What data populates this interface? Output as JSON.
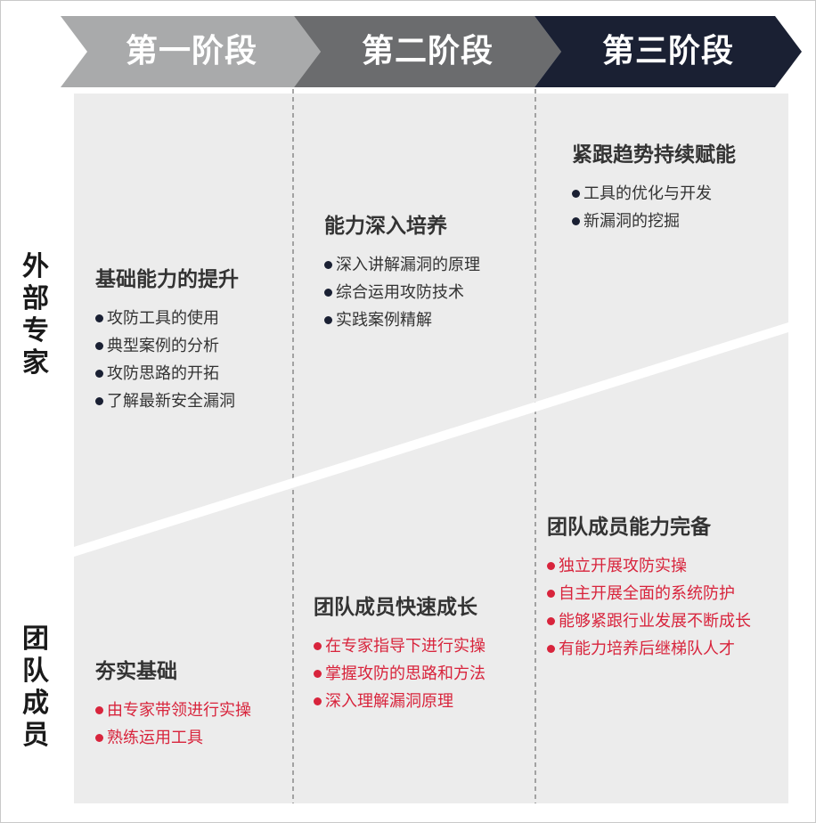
{
  "stages": [
    {
      "label": "第一阶段",
      "color": "#a9aaab"
    },
    {
      "label": "第二阶段",
      "color": "#6b6c6e"
    },
    {
      "label": "第三阶段",
      "color": "#1a2033"
    }
  ],
  "rows": {
    "expert": "外部专家",
    "team": "团队成员"
  },
  "expert_blocks": [
    {
      "title": "基础能力的提升",
      "items": [
        "攻防工具的使用",
        "典型案例的分析",
        "攻防思路的开拓",
        "了解最新安全漏洞"
      ]
    },
    {
      "title": "能力深入培养",
      "items": [
        "深入讲解漏洞的原理",
        "综合运用攻防技术",
        "实践案例精解"
      ]
    },
    {
      "title": "紧跟趋势持续赋能",
      "items": [
        "工具的优化与开发",
        "新漏洞的挖掘"
      ]
    }
  ],
  "team_blocks": [
    {
      "title": "夯实基础",
      "items": [
        "由专家带领进行实操",
        "熟练运用工具"
      ]
    },
    {
      "title": "团队成员快速成长",
      "items": [
        "在专家指导下进行实操",
        "掌握攻防的思路和方法",
        "深入理解漏洞原理"
      ]
    },
    {
      "title": "团队成员能力完备",
      "items": [
        "独立开展攻防实操",
        "自主开展全面的系统防护",
        "能够紧跟行业发展不断成长",
        "有能力培养后继梯队人才"
      ]
    }
  ],
  "colors": {
    "panel": "#ececec",
    "expert_bullet": "#1a2033",
    "team_text": "#d8243c"
  }
}
